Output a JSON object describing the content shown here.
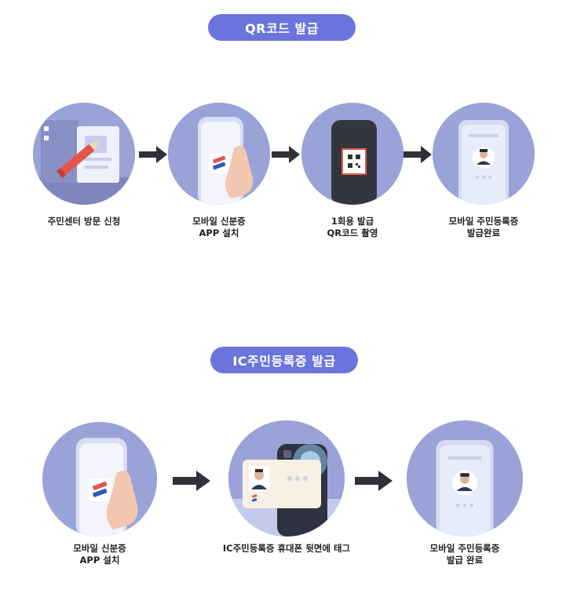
{
  "sections": [
    {
      "title": "QR코드 발급",
      "steps": [
        {
          "icon": "application-form-icon",
          "lines": [
            "주민센터 방문 신청"
          ]
        },
        {
          "icon": "phone-app-install-icon",
          "lines": [
            "모바일 신분증",
            "APP 설치"
          ]
        },
        {
          "icon": "qr-scan-phone-icon",
          "lines": [
            "1회용 발급",
            "QR코드 촬영"
          ]
        },
        {
          "icon": "phone-id-card-icon",
          "lines": [
            "모바일 주민등록증",
            "발급완료"
          ]
        }
      ]
    },
    {
      "title": "IC주민등록증 발급",
      "steps": [
        {
          "icon": "phone-app-install-icon",
          "lines": [
            "모바일 신분증",
            "APP 설치"
          ]
        },
        {
          "icon": "ic-card-tag-icon",
          "lines": [
            "IC주민등록증 휴대폰 뒷면에 태그"
          ]
        },
        {
          "icon": "phone-id-card-icon",
          "lines": [
            "모바일 주민등록증",
            "발급 완료"
          ]
        }
      ]
    }
  ],
  "colors": {
    "accent": "#6b74dc",
    "circle": "#9aa3d8",
    "arrow": "#2f3136"
  }
}
